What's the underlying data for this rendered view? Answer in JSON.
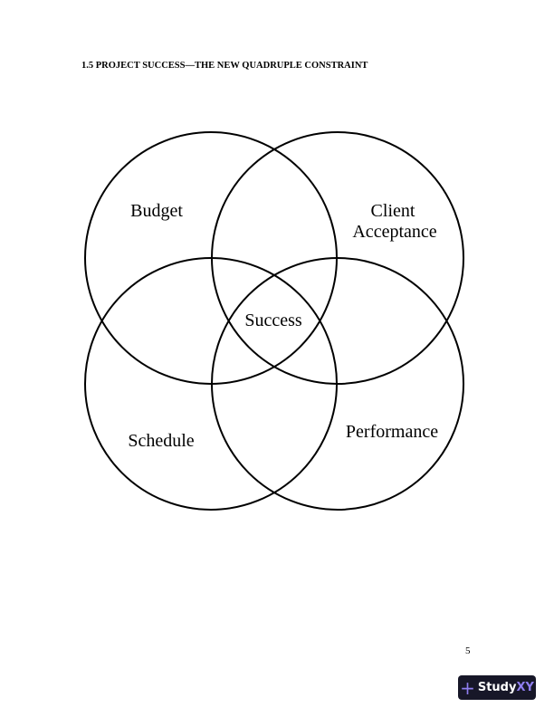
{
  "heading": "1.5 PROJECT SUCCESS—THE NEW QUADRUPLE CONSTRAINT",
  "diagram": {
    "labels": {
      "budget": "Budget",
      "client_line1": "Client",
      "client_line2": "Acceptance",
      "success": "Success",
      "schedule": "Schedule",
      "performance": "Performance"
    }
  },
  "page_number": "5",
  "logo": {
    "text_main": "Study",
    "text_accent": "XY",
    "icon": "plus-icon",
    "accent_color": "#8f7ef0",
    "bg_color": "#171728"
  }
}
